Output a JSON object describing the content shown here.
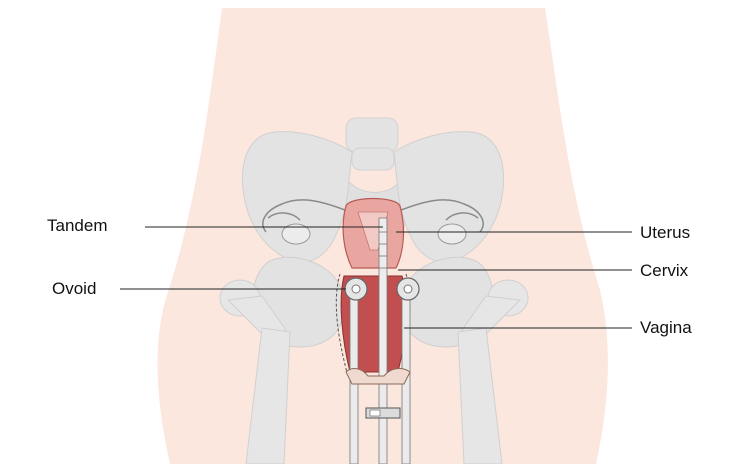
{
  "labels": {
    "tandem": "Tandem",
    "ovoid": "Ovoid",
    "uterus": "Uterus",
    "cervix": "Cervix",
    "vagina": "Vagina"
  },
  "colors": {
    "skin": "#fbe7dd",
    "bone": "#e3e3e3",
    "bone_shadow": "#cfcfcf",
    "uterus": "#e9a6a0",
    "uterus_dark": "#c24f4f",
    "cavity": "#f3c9c6",
    "instrument": "#e9e9e9",
    "line": "#222222"
  }
}
